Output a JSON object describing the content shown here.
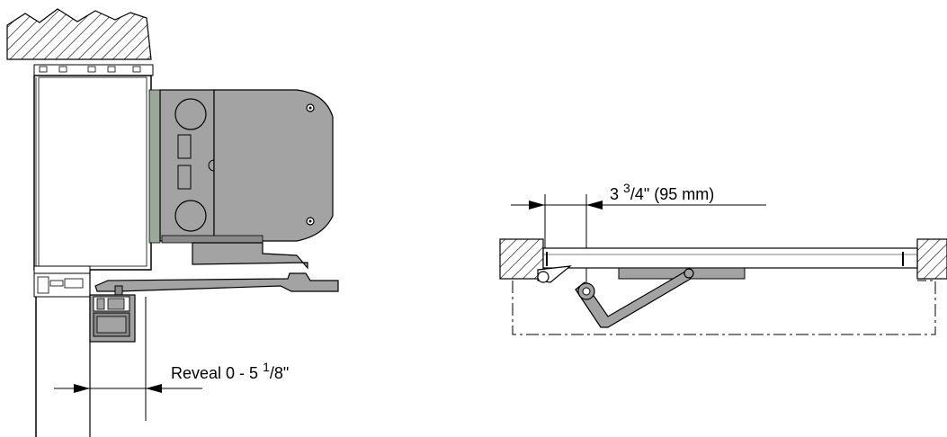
{
  "left_view": {
    "reveal_label": "Reveal 0 - 5 ",
    "reveal_sup": "1",
    "reveal_tail": "/8\""
  },
  "right_view": {
    "dim_main": "3 ",
    "dim_sup": "3",
    "dim_tail": "/4\" (95 mm)"
  },
  "colors": {
    "operator_gray": "#a3a3a3",
    "operator_dark": "#8a8a8a",
    "frame_green": "#9aa89a",
    "line": "#000000"
  }
}
